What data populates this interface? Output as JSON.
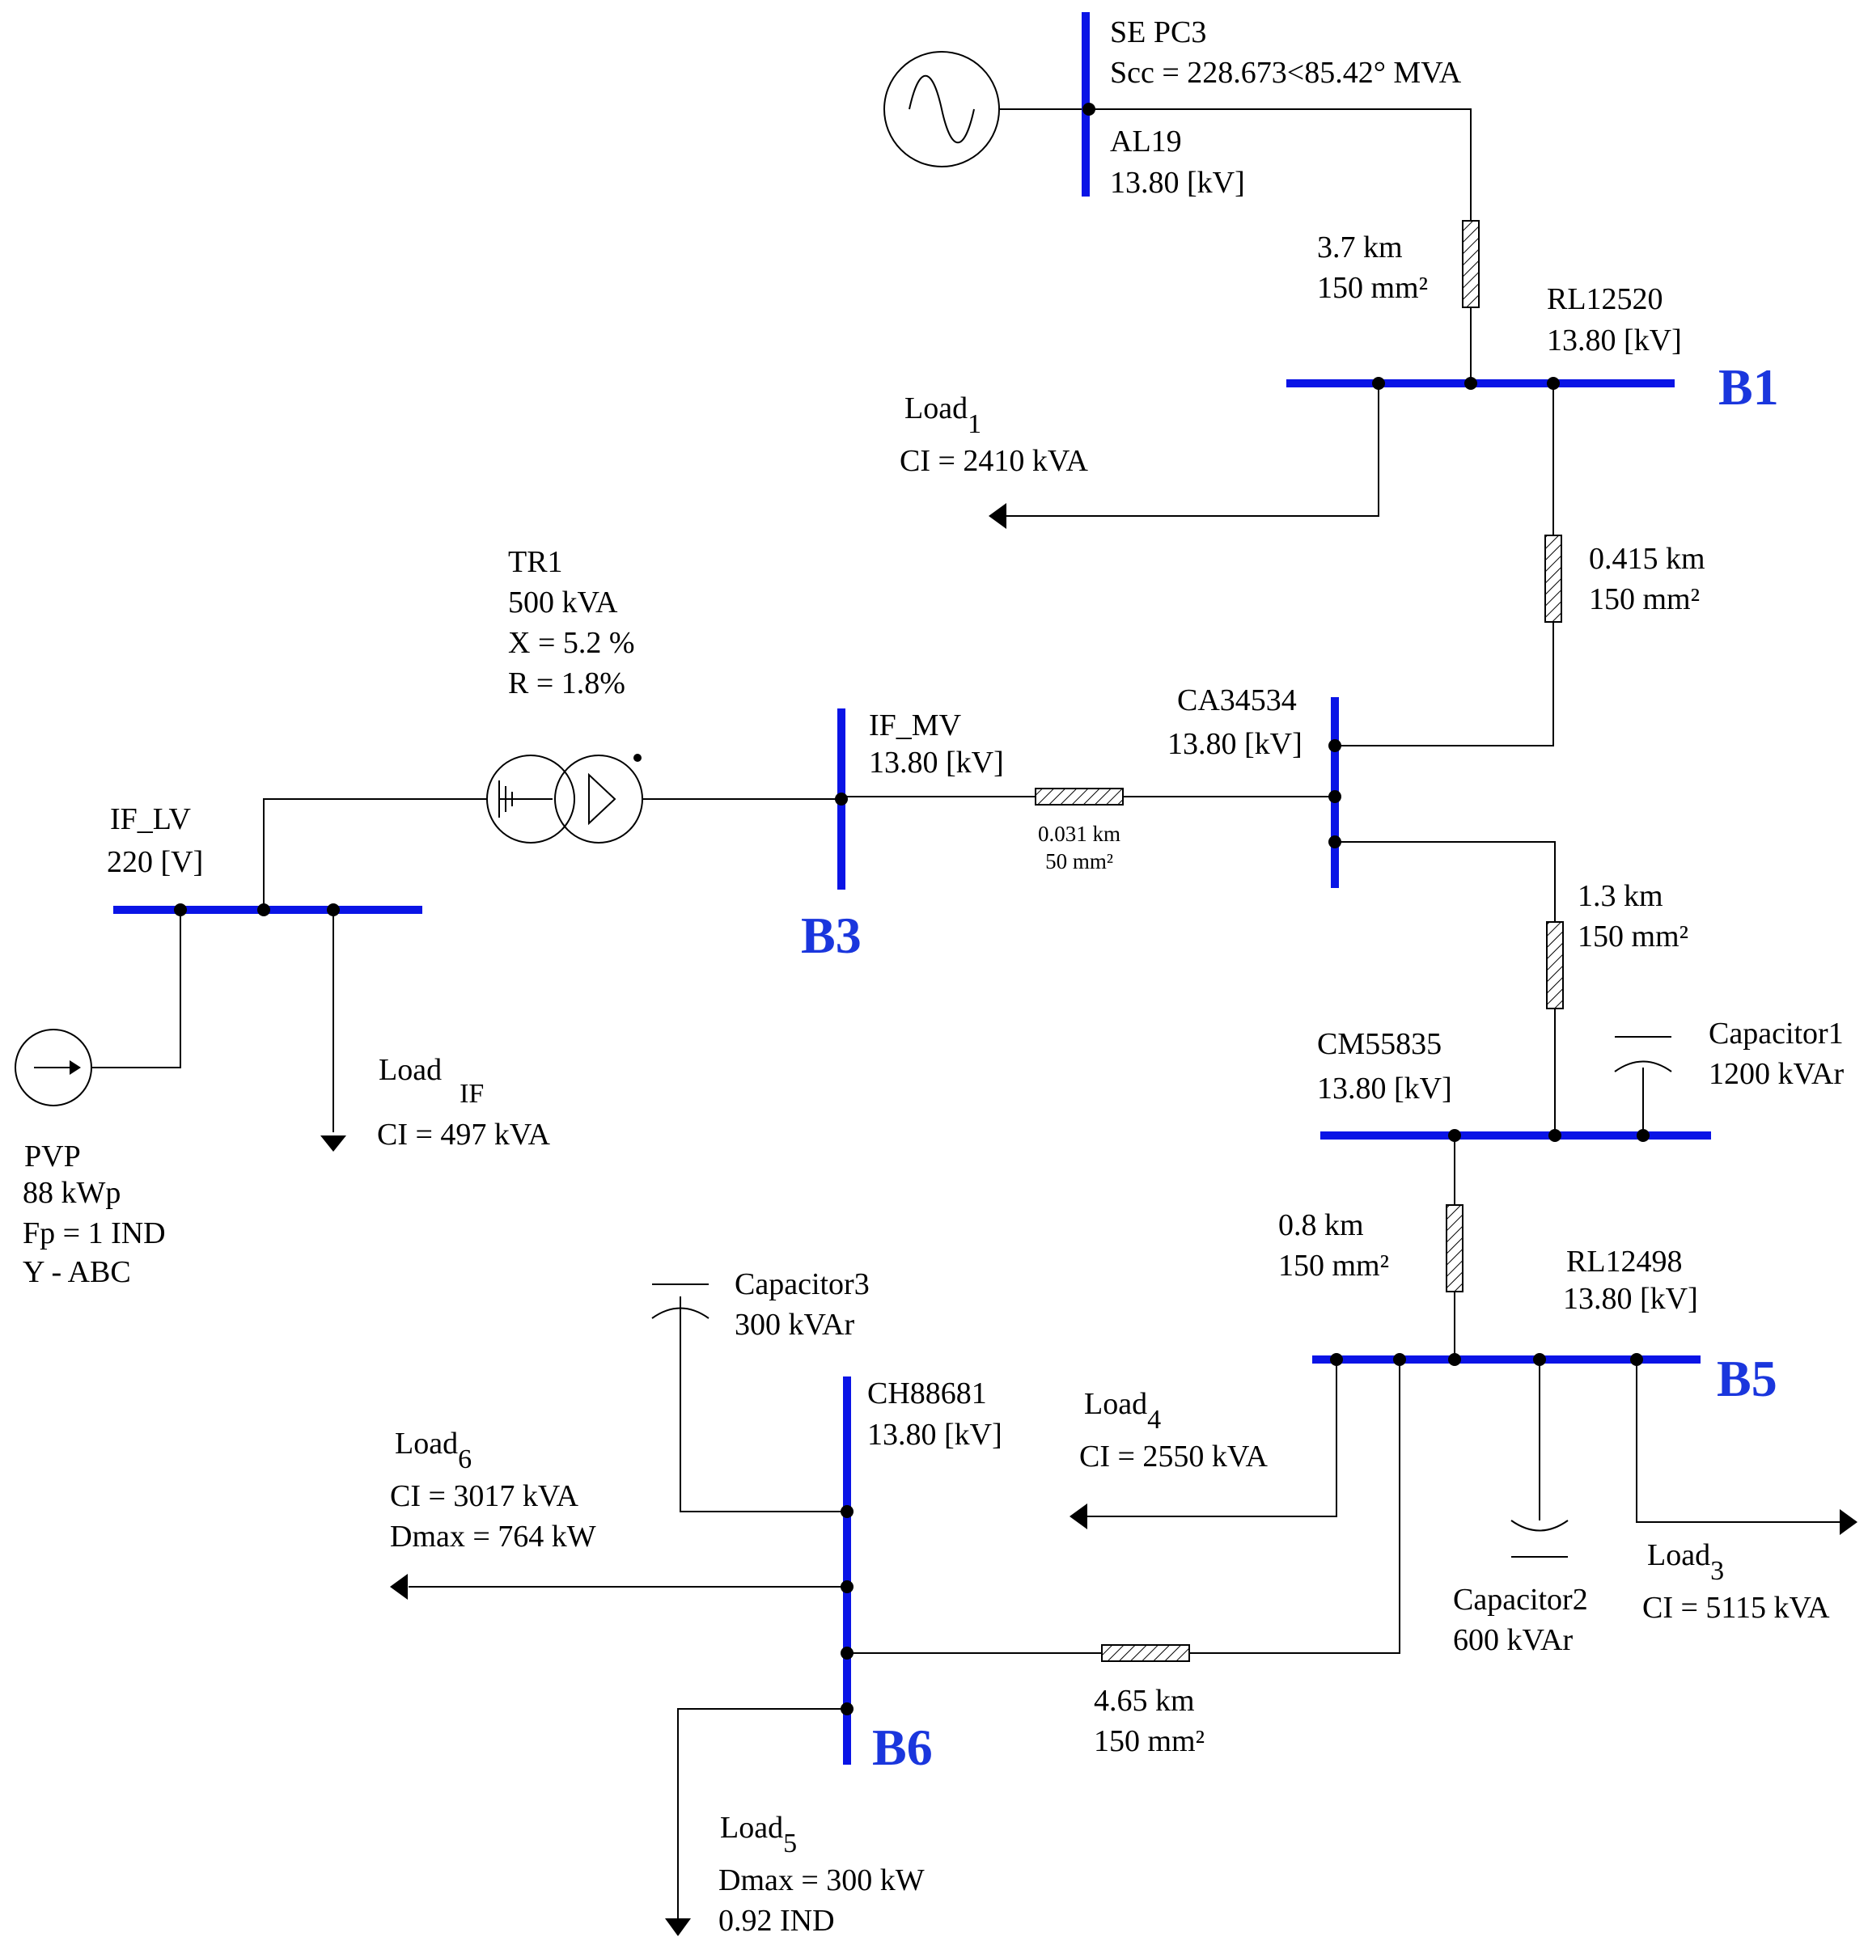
{
  "colors": {
    "bus": "#0a14e6",
    "bus_label": "#1a36dd",
    "wire": "#000000"
  },
  "source": {
    "name": "SE PC3",
    "scc": "Scc = 228.673<85.42° MVA",
    "feeder": "AL19",
    "voltage": "13.80 [kV]",
    "icon": "ac-source-icon"
  },
  "buses": {
    "b1": {
      "id": "B1",
      "name": "RL12520",
      "voltage": "13.80 [kV]"
    },
    "b3": {
      "id": "B3",
      "name": "IF_MV",
      "voltage": "13.80 [kV]"
    },
    "ca": {
      "name": "CA34534",
      "voltage": "13.80 [kV]"
    },
    "cm": {
      "name": "CM55835",
      "voltage": "13.80 [kV]"
    },
    "b5": {
      "id": "B5",
      "name": "RL12498",
      "voltage": "13.80 [kV]"
    },
    "b6": {
      "id": "B6",
      "name": "CH88681",
      "voltage": "13.80 [kV]"
    },
    "lv": {
      "name": "IF_LV",
      "voltage": "220 [V]"
    }
  },
  "lines": {
    "l1": {
      "length": "3.7 km",
      "section": "150 mm²"
    },
    "l2": {
      "length": "0.415 km",
      "section": "150 mm²"
    },
    "l3": {
      "length": "0.031 km",
      "section": "50 mm²"
    },
    "l4": {
      "length": "1.3 km",
      "section": "150 mm²"
    },
    "l5": {
      "length": "0.8 km",
      "section": "150 mm²"
    },
    "l6": {
      "length": "4.65 km",
      "section": "150 mm²"
    }
  },
  "transformer": {
    "name": "TR1",
    "rating": "500 kVA",
    "x": "X = 5.2 %",
    "r": "R = 1.8%",
    "icon": "transformer-icon"
  },
  "loads": {
    "load1": {
      "base": "Load",
      "sub": "1",
      "lines": [
        "CI = 2410 kVA"
      ]
    },
    "loadif": {
      "base": "Load",
      "sub": "IF",
      "lines": [
        "CI = 497 kVA"
      ]
    },
    "load3": {
      "base": "Load",
      "sub": "3",
      "lines": [
        "CI = 5115 kVA"
      ]
    },
    "load4": {
      "base": "Load",
      "sub": "4",
      "lines": [
        "CI = 2550 kVA"
      ]
    },
    "load5": {
      "base": "Load",
      "sub": "5",
      "lines": [
        "Dmax = 300 kW",
        "0.92 IND"
      ]
    },
    "load6": {
      "base": "Load",
      "sub": "6",
      "lines": [
        "CI = 3017 kVA",
        "Dmax = 764 kW"
      ]
    }
  },
  "capacitors": {
    "c1": {
      "name": "Capacitor1",
      "rating": "1200 kVAr"
    },
    "c2": {
      "name": "Capacitor2",
      "rating": "600 kVAr"
    },
    "c3": {
      "name": "Capacitor3",
      "rating": "300 kVAr"
    }
  },
  "pv": {
    "name": "PVP",
    "power": "88 kWp",
    "pf": "Fp = 1 IND",
    "conn": "Y - ABC",
    "icon": "pv-source-icon"
  }
}
